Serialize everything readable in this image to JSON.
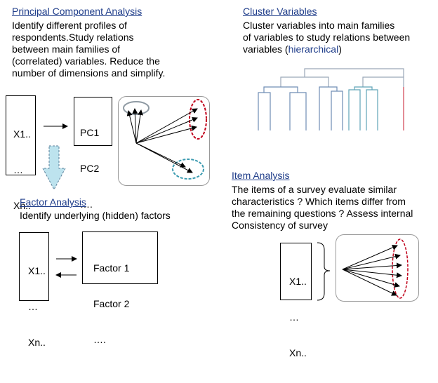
{
  "pca": {
    "title": "Principal Component Analysis",
    "lines": [
      "Identify different profiles of",
      "respondents.Study relations",
      "between main families of",
      "(correlated) variables. Reduce the",
      "number of dimensions and simplify."
    ],
    "input_lines": [
      "X1..",
      "…",
      "Xn.."
    ],
    "output_lines": [
      "PC1",
      "PC2",
      "…."
    ]
  },
  "cluster": {
    "title": "Cluster Variables",
    "lines": [
      "Cluster variables into main families",
      "of variables to study relations between"
    ],
    "line3_prefix": "variables (",
    "line3_link": "hierarchical",
    "line3_suffix": ")"
  },
  "factor": {
    "title": "Factor Analysis",
    "lines": [
      "Identify underlying (hidden) factors"
    ],
    "input_lines": [
      "X1..",
      "…",
      "Xn.."
    ],
    "output_lines": [
      "Factor 1",
      "Factor 2",
      "…."
    ]
  },
  "item": {
    "title": "Item Analysis",
    "lines": [
      "The items of a survey evaluate similar",
      "characteristics ? Which items differ from",
      "the remaining questions ? Assess internal",
      "Consistency of survey"
    ],
    "input_lines": [
      "X1..",
      "…",
      "Xn.."
    ]
  },
  "colors": {
    "title": "#1f3d8a",
    "ellipse_gray": "#8f9aa3",
    "ellipse_red": "#c0001a",
    "ellipse_teal": "#3a9ab0",
    "arrow_fill": "#bde3ee",
    "dendro_blue": "#6f8db5",
    "dendro_teal": "#5fa3b8",
    "dendro_red": "#d04050",
    "dendro_gray": "#9aa7b8"
  }
}
